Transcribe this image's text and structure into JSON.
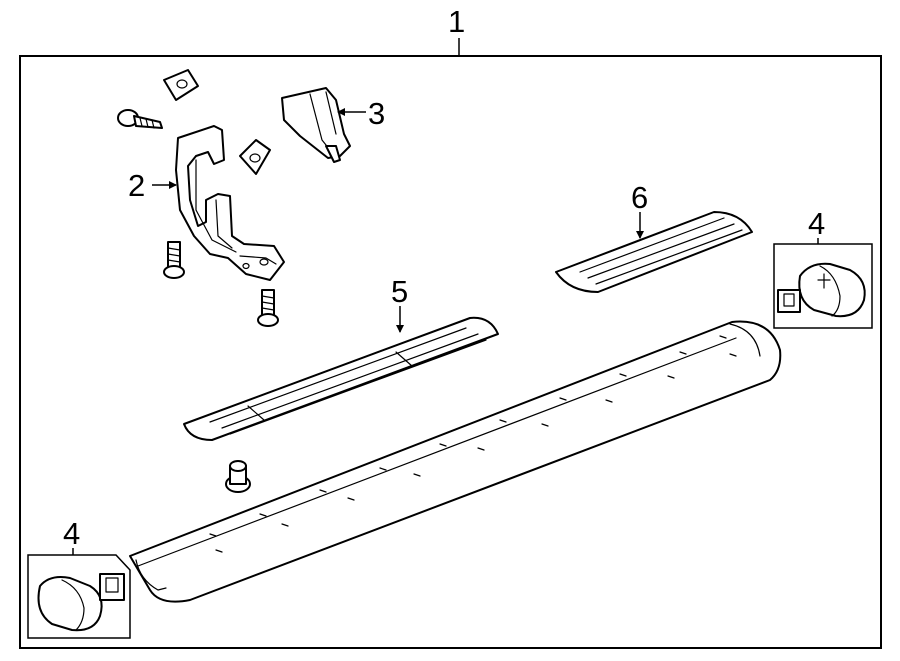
{
  "callouts": {
    "c1": "1",
    "c2": "2",
    "c3": "3",
    "c4_right": "4",
    "c4_left": "4",
    "c5": "5",
    "c6": "6"
  }
}
